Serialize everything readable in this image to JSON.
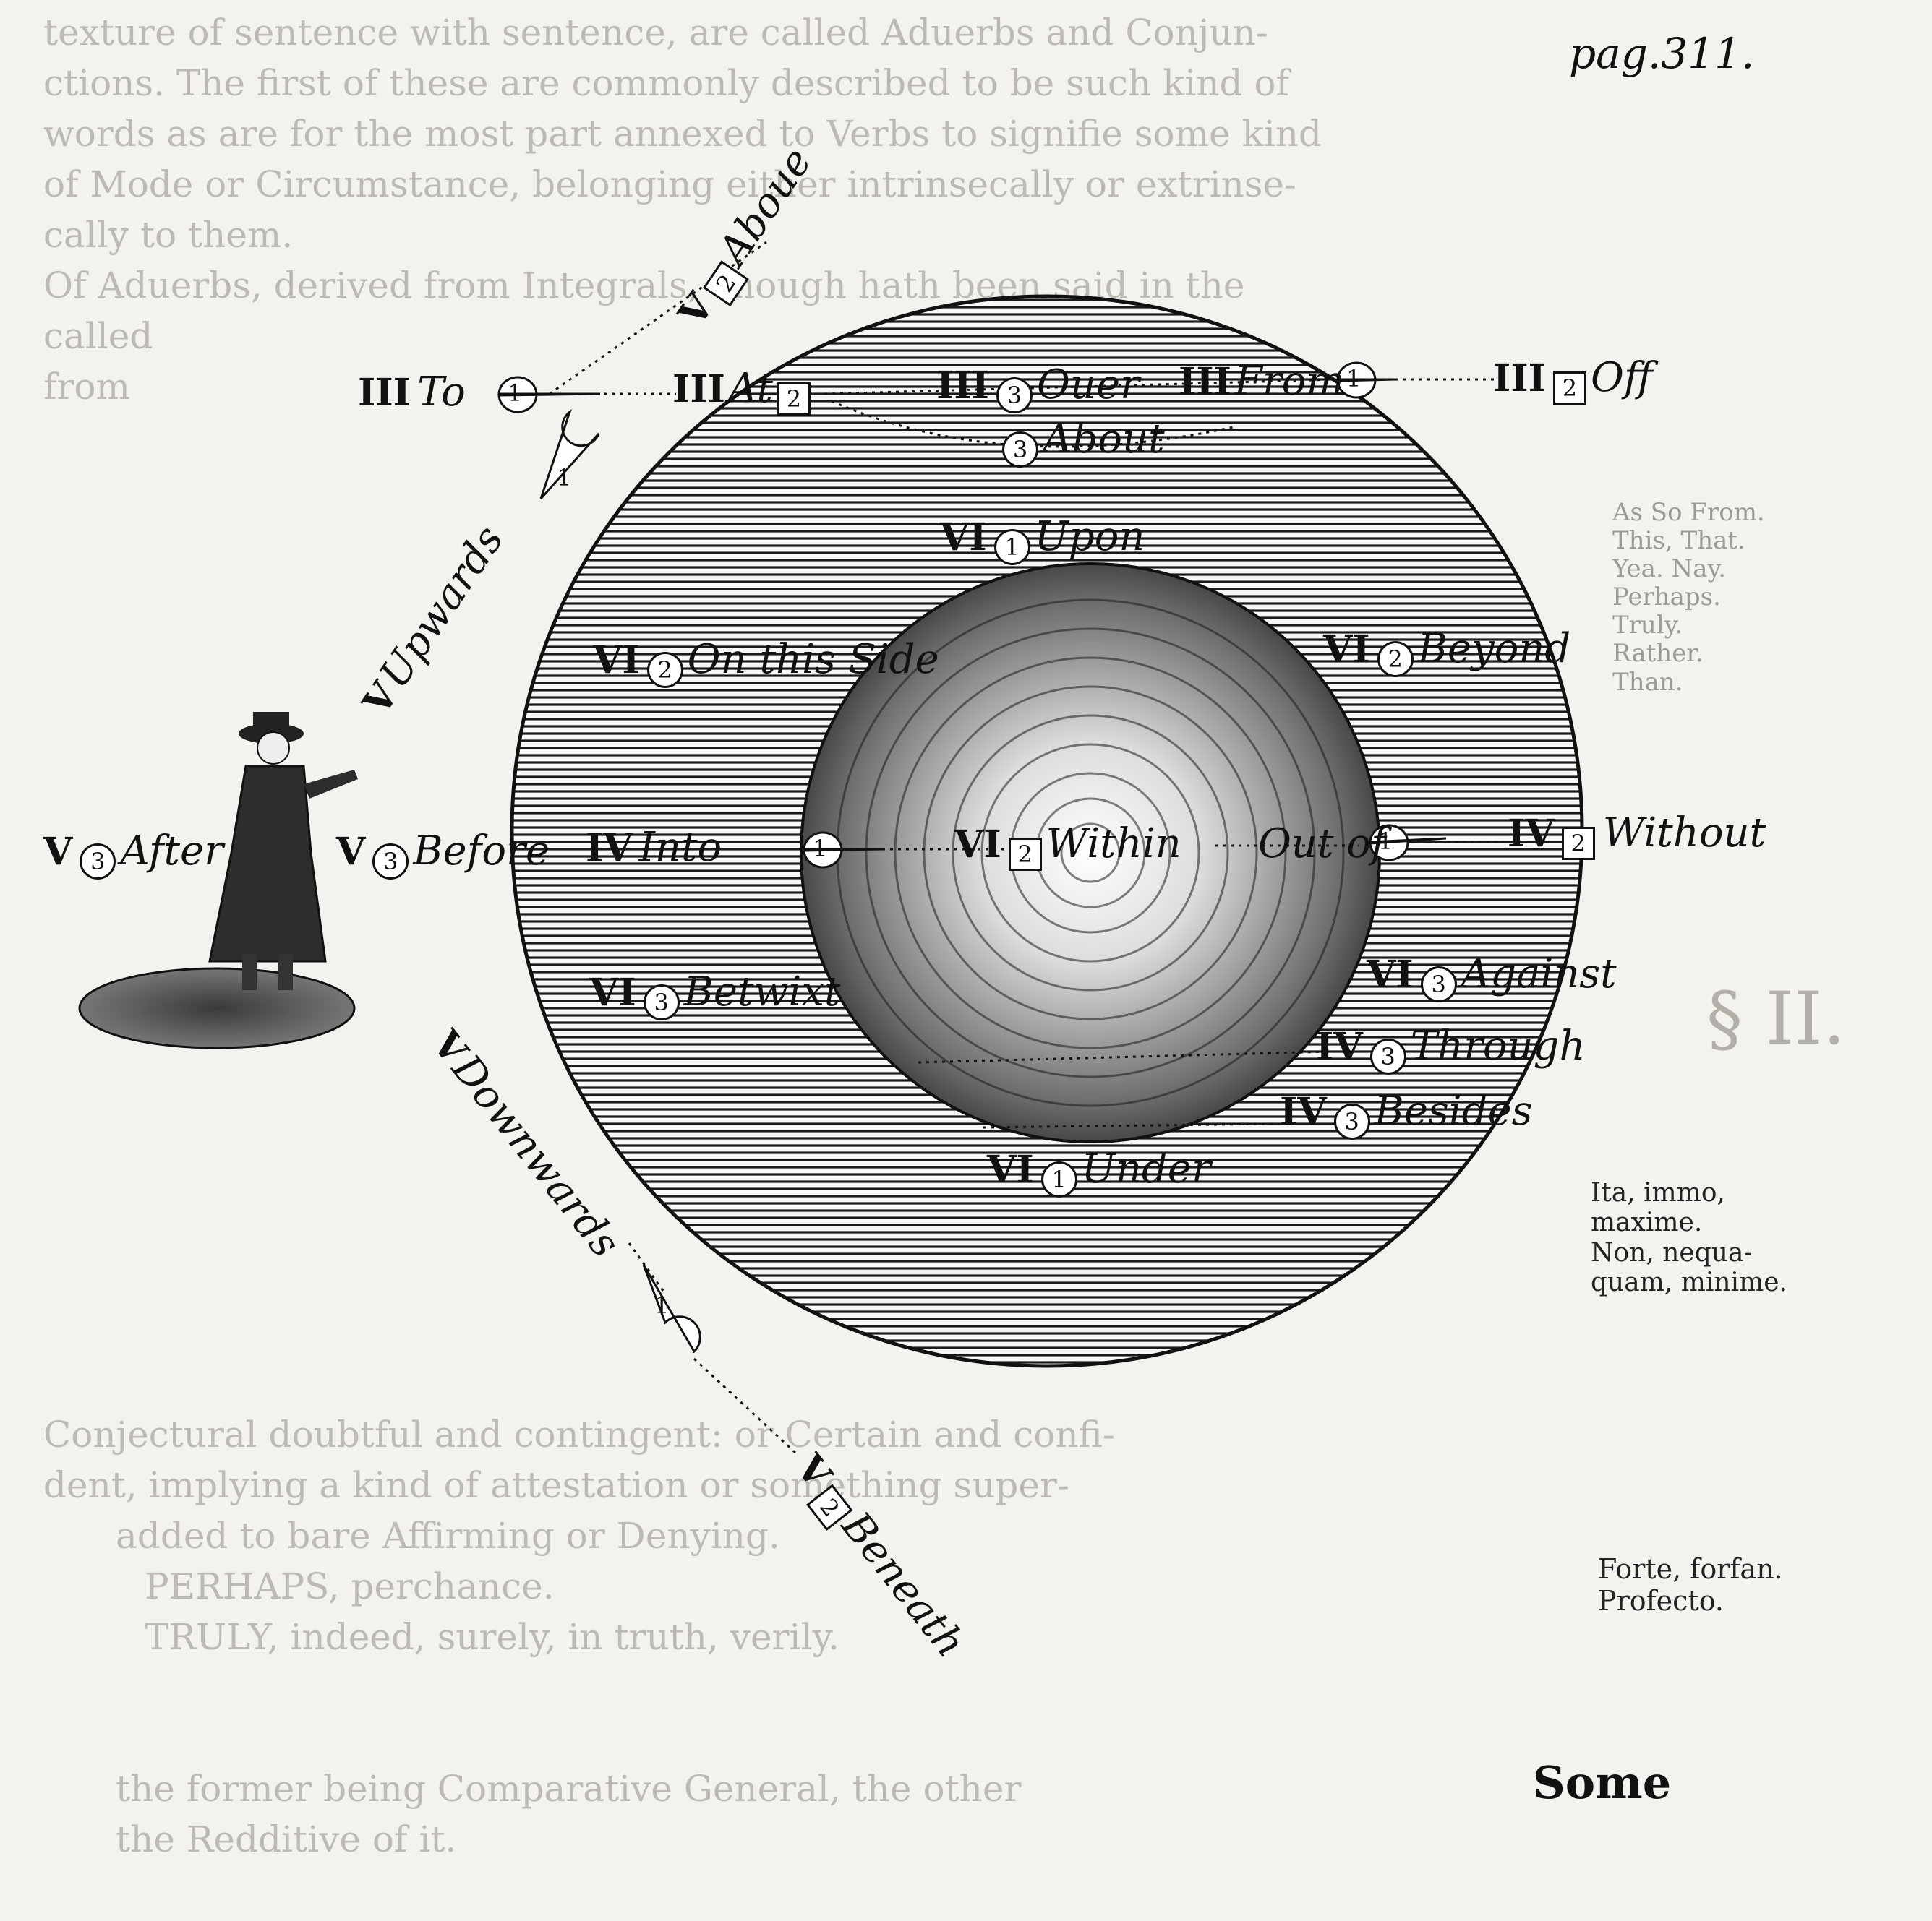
{
  "page_number": "pag.311.",
  "catchword": "Some",
  "labels": {
    "above": {
      "rn": "V",
      "marker": "2",
      "marker_shape": "square",
      "word": "Aboue"
    },
    "upwards": {
      "rn": "V",
      "word": "Upwards",
      "marker": "1"
    },
    "iii_to": {
      "rn": "III",
      "word": "To",
      "marker": "1"
    },
    "iii_at": {
      "rn": "III",
      "word": "At",
      "marker": "2"
    },
    "iii_over": {
      "rn": "III",
      "marker": "3",
      "word": "Ouer"
    },
    "iii_from": {
      "rn": "III",
      "word": "From",
      "marker": "1"
    },
    "iii_off": {
      "rn": "III",
      "marker": "2",
      "word": "Off"
    },
    "about": {
      "marker": "3",
      "word": "About"
    },
    "upon": {
      "rn": "VI",
      "marker": "1",
      "word": "Upon"
    },
    "on_this_side": {
      "rn": "VI",
      "marker": "2",
      "word": "On this Side"
    },
    "beyond": {
      "rn": "VI",
      "marker": "2",
      "word": "Beyond"
    },
    "after": {
      "rn": "V",
      "marker": "3",
      "word": "After"
    },
    "before": {
      "rn": "V",
      "marker": "3",
      "word": "Before"
    },
    "into": {
      "rn": "IV",
      "word": "Into",
      "marker": "1"
    },
    "within": {
      "rn": "VI",
      "marker": "2",
      "word": "Within"
    },
    "out_of": {
      "word": "Out of",
      "marker": "1"
    },
    "without": {
      "rn": "IV",
      "marker": "2",
      "word": "Without"
    },
    "betwixt": {
      "rn": "VI",
      "marker": "3",
      "word": "Betwixt"
    },
    "against": {
      "rn": "VI",
      "marker": "3",
      "word": "Against"
    },
    "through": {
      "rn": "IV",
      "marker": "3",
      "word": "Through"
    },
    "besides": {
      "rn": "IV",
      "marker": "3",
      "word": "Besides"
    },
    "under": {
      "rn": "VI",
      "marker": "1",
      "word": "Under"
    },
    "downwards": {
      "rn": "V",
      "word": "Downwards",
      "marker": "1"
    },
    "beneath": {
      "rn": "V",
      "marker": "2",
      "word": "Beneath"
    }
  },
  "margin_notes": {
    "right_1": [
      "As So From.",
      "This, That.",
      "Yea. Nay.",
      "Perhaps.",
      "Truly.",
      "Rather.",
      "Than."
    ],
    "right_2": [
      "Ita, immo,",
      "maxime.",
      "Non, nequa-",
      "quam, minime."
    ],
    "right_3": [
      "Forte, forfan.",
      "Profecto."
    ],
    "section": "§ II."
  },
  "bleed_through": [
    "texture of sentence with sentence, are called Aduerbs and Conjun-",
    "ctions. The first of these are commonly described to be such kind of",
    "words as are for the most part annexed to Verbs to signifie some kind",
    "of Mode or Circumstance, belonging either intrinsecally or extrinse-",
    "cally to them.",
    "Of Aduerbs, derived from Integrals, enough hath been said in the",
    "called",
    "from",
    "Conjectural doubtful and contingent: or Certain and confi-",
    "dent, implying a kind of attestation or something super-",
    "added to bare Affirming or Denying.",
    "PERHAPS, perchance.",
    "TRULY, indeed, surely, in truth, verily.",
    "the former being Comparative General, the other",
    "the Redditive of it."
  ],
  "colors": {
    "paper": "#f3f2ef",
    "ink": "#111111",
    "bleed": "#bdbab4"
  }
}
